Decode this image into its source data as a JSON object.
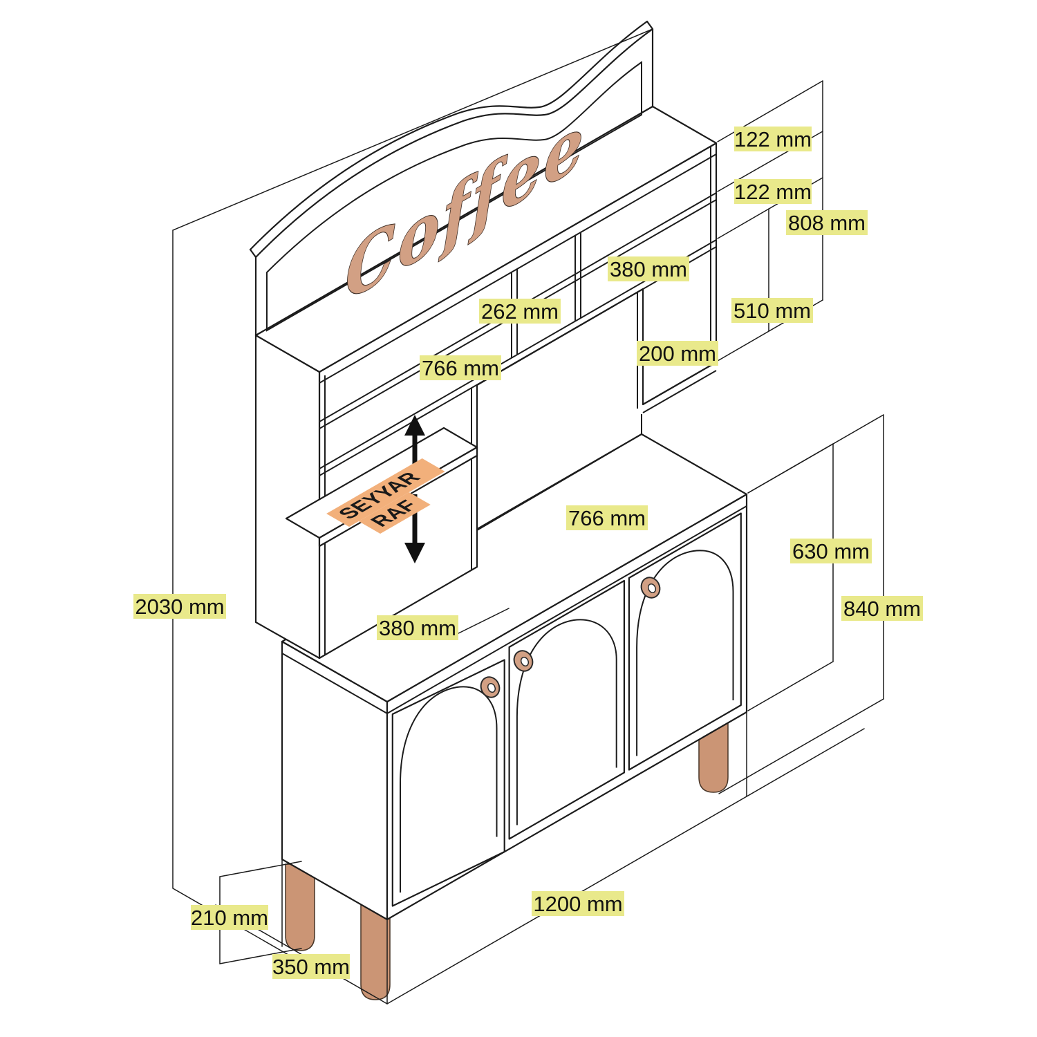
{
  "sign": {
    "text": "Coffee"
  },
  "movable_shelf": {
    "line1": "SEYYAR",
    "line2": "RAF"
  },
  "dimensions": {
    "height_122_top": "122 mm",
    "height_122_mid": "122 mm",
    "height_808": "808 mm",
    "width_380_top": "380 mm",
    "width_262": "262 mm",
    "height_510": "510 mm",
    "width_766_top": "766 mm",
    "height_200": "200 mm",
    "width_766_mid": "766 mm",
    "height_630": "630 mm",
    "height_840": "840 mm",
    "height_2030": "2030 mm",
    "depth_380_bottom": "380 mm",
    "width_1200": "1200 mm",
    "height_210": "210 mm",
    "depth_350": "350 mm"
  },
  "colors": {
    "dimension_highlight": "#e9e98b",
    "movable_shelf_highlight": "#f2b07b",
    "wood_accent": "#d2a084",
    "line": "#1c1c1c"
  }
}
